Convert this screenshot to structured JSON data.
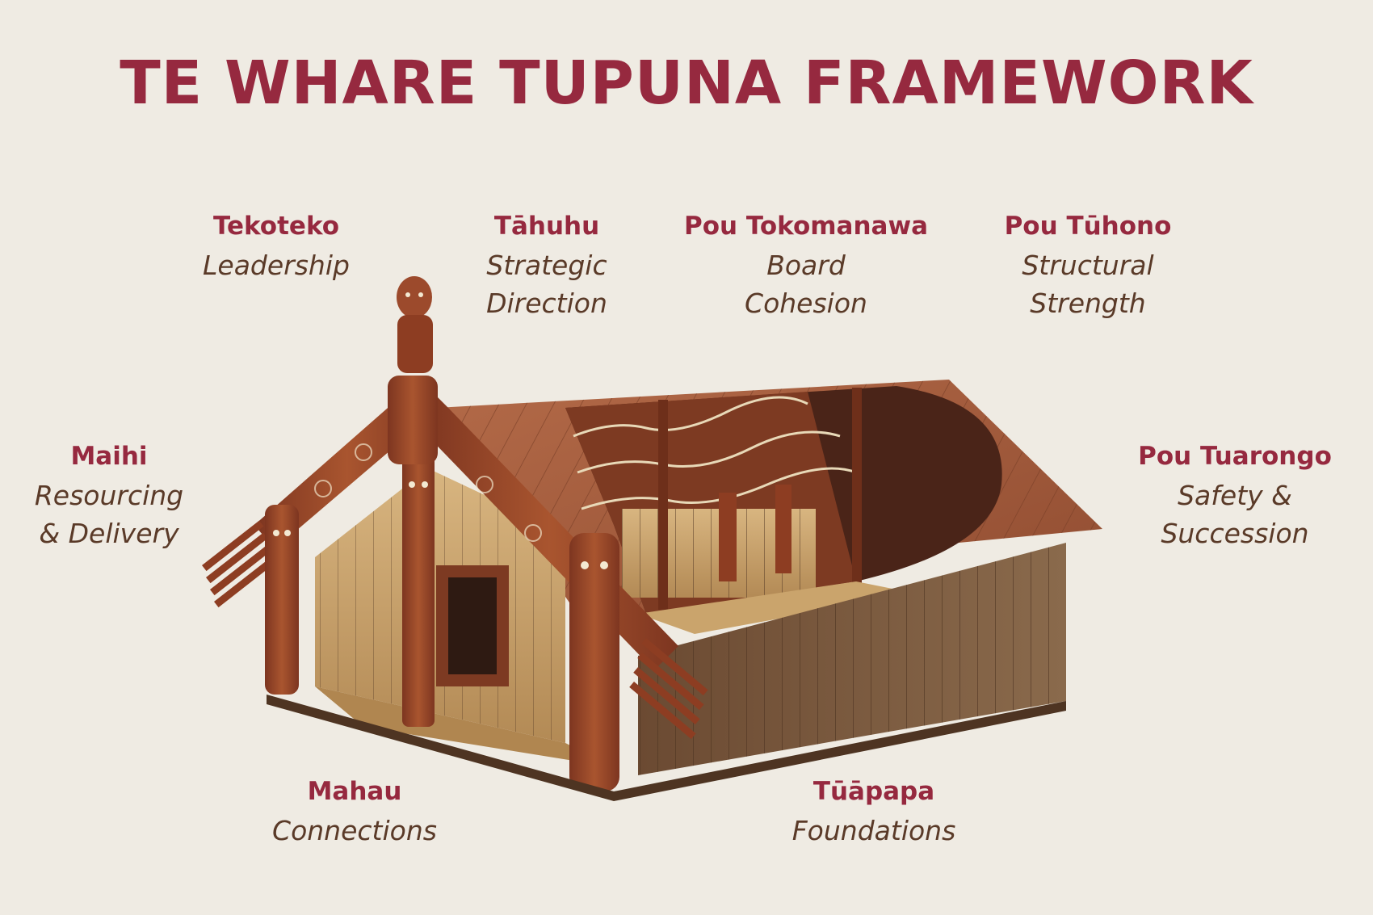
{
  "title": "TE WHARE TUPUNA FRAMEWORK",
  "labels": {
    "tekoteko": {
      "name": "Tekoteko",
      "meaning": "Leadership"
    },
    "tahuhu": {
      "name": "Tāhuhu",
      "meaning": "Strategic\nDirection"
    },
    "pou_tokomanawa": {
      "name": "Pou Tokomanawa",
      "meaning": "Board\nCohesion"
    },
    "pou_tuhono": {
      "name": "Pou Tūhono",
      "meaning": "Structural\nStrength"
    },
    "maihi": {
      "name": "Maihi",
      "meaning": "Resourcing\n& Delivery"
    },
    "pou_tuarongo": {
      "name": "Pou Tuarongo",
      "meaning": "Safety &\nSuccession"
    },
    "mahau": {
      "name": "Mahau",
      "meaning": "Connections"
    },
    "tuapapa": {
      "name": "Tūāpapa",
      "meaning": "Foundations"
    }
  },
  "illustration": "wharenui-carved-meeting-house",
  "colors": {
    "background": "#efebe3",
    "title": "#96293f",
    "label_name": "#96293f",
    "label_meaning": "#5a3a28",
    "carving": "#9c4a2c",
    "wood": "#6e4a30",
    "roof": "#a35c3c"
  }
}
